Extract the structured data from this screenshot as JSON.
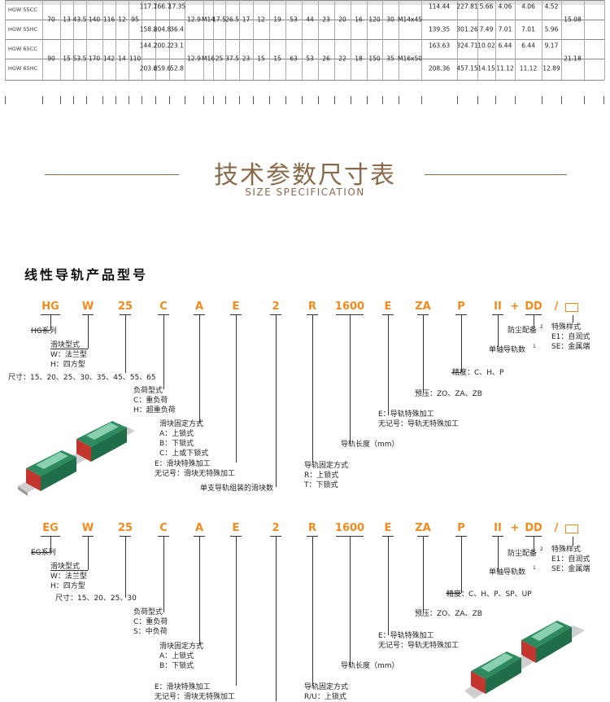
{
  "table": {
    "rows": [
      [
        "HGW 55CC",
        "70",
        "13",
        "43.5",
        "140",
        "116",
        "12",
        "95",
        "117.7",
        "166.7",
        "17.35",
        "12.9",
        "M14",
        "17.5",
        "26.5",
        "17",
        "12",
        "19",
        "53",
        "44",
        "23",
        "20",
        "16",
        "120",
        "30",
        "M14x45",
        "114.44",
        "227.81",
        "5.66",
        "4.06",
        "4.06",
        "4.52",
        "15.08"
      ],
      [
        "HGW 55HC",
        "",
        "",
        "",
        "",
        "",
        "",
        "",
        "158.8",
        "204.8",
        "36.4",
        "",
        "",
        "",
        "",
        "",
        "",
        "",
        "",
        "",
        "",
        "",
        "",
        "",
        "",
        "",
        "139.35",
        "301.26",
        "7.49",
        "7.01",
        "7.01",
        "5.96",
        ""
      ],
      [
        "HGW 65CC",
        "90",
        "15",
        "53.5",
        "170",
        "142",
        "14",
        "110",
        "144.2",
        "200.2",
        "23.1",
        "12.9",
        "M16",
        "25",
        "37.5",
        "23",
        "15",
        "15",
        "63",
        "53",
        "26",
        "22",
        "18",
        "150",
        "35",
        "M16x50",
        "163.63",
        "324.71",
        "10.02",
        "6.44",
        "6.44",
        "9.17",
        "21.18"
      ],
      [
        "HGW 65HC",
        "",
        "",
        "",
        "",
        "",
        "",
        "",
        "203.6",
        "259.6",
        "52.8",
        "",
        "",
        "",
        "",
        "",
        "",
        "",
        "",
        "",
        "",
        "",
        "",
        "",
        "",
        "",
        "208.36",
        "457.15",
        "14.15",
        "11.12",
        "11.12",
        "12.89",
        ""
      ]
    ]
  },
  "section": {
    "title_cn": "技术参数尺寸表",
    "title_en": "SIZE SPECIFICATION",
    "heading": "线性导轨产品型号"
  },
  "colors": {
    "accent": "#f28a1c",
    "brown": "#8a6a4a"
  },
  "hg": {
    "codes": [
      "HG",
      "W",
      "25",
      "C",
      "A",
      "E",
      "2",
      "R",
      "1600",
      "E",
      "ZA",
      "P",
      "II",
      "+",
      "DD",
      "/"
    ],
    "labels": {
      "series": "HG系列",
      "block_type": [
        "滑块型式",
        "W：法兰型",
        "H：四方型"
      ],
      "size": "尺寸：15、20、25、30、35、45、55、65",
      "load": [
        "负荷型式",
        "C：重负荷",
        "H：超重负荷"
      ],
      "fix": [
        "滑块固定方式",
        "A：上锁式",
        "B：下锁式",
        "C：上或下锁式"
      ],
      "block_proc": [
        "E：滑块特殊加工",
        "无记号：滑块无特殊加工"
      ],
      "count": "单支导轨组装的滑块数",
      "rail_fix": [
        "导轨固定方式",
        "R：上锁式",
        "T：下锁式"
      ],
      "length": "导轨长度（mm）",
      "rail_proc": [
        "E：导轨特殊加工",
        "无记号：导轨无特殊加工"
      ],
      "preload": "预压：ZO、ZA、ZB",
      "precision": "精度：C、H、P",
      "single": "单轴导轨数",
      "dust": "防尘配备",
      "special": [
        "特殊样式",
        "E1：自润式",
        "SE：金属端"
      ]
    }
  },
  "eg": {
    "codes": [
      "EG",
      "W",
      "25",
      "C",
      "A",
      "E",
      "2",
      "R",
      "1600",
      "E",
      "ZA",
      "P",
      "II",
      "+",
      "DD",
      "/"
    ],
    "labels": {
      "series": "EG系列",
      "block_type": [
        "滑块型式",
        "W：法兰型",
        "H：四方型"
      ],
      "size": "尺寸：15、20、25、30",
      "load": [
        "负荷型式",
        "C：重负荷",
        "S：中负荷"
      ],
      "fix": [
        "滑块固定方式",
        "A：上锁式",
        "B：下锁式"
      ],
      "block_proc": [
        "E：滑块特殊加工",
        "无记号：滑块无特殊加工"
      ],
      "rail_fix": [
        "导轨固定方式",
        "R/U：上锁式"
      ],
      "length": "导轨长度（mm）",
      "rail_proc": [
        "E：导轨特殊加工",
        "无记号：导轨无特殊加工"
      ],
      "preload": "预压：ZO、ZA、ZB",
      "precision": "精度：C、H、P、SP、UP",
      "single": "单轴导轨数",
      "dust": "防尘配备",
      "special": [
        "特殊样式",
        "E1：自润式",
        "SE：金属端"
      ]
    }
  },
  "superscripts": {
    "one": "1",
    "two": "2"
  }
}
